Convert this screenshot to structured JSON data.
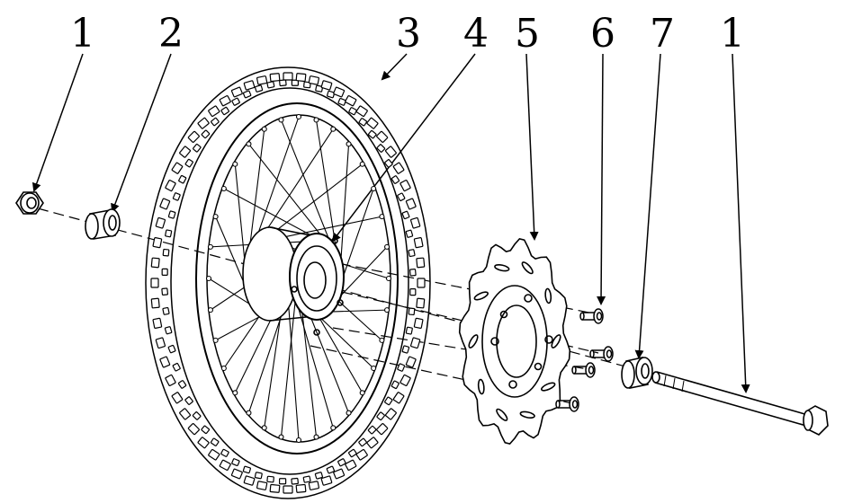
{
  "callouts": [
    {
      "id": "nut-left",
      "label": "1"
    },
    {
      "id": "spacer-left",
      "label": "2"
    },
    {
      "id": "wheel",
      "label": "3"
    },
    {
      "id": "hub",
      "label": "4"
    },
    {
      "id": "brake-disc",
      "label": "5"
    },
    {
      "id": "disc-bolt",
      "label": "6"
    },
    {
      "id": "spacer-right",
      "label": "7"
    },
    {
      "id": "axle",
      "label": "1"
    }
  ],
  "colors": {
    "line": "#000000",
    "background": "#ffffff"
  }
}
